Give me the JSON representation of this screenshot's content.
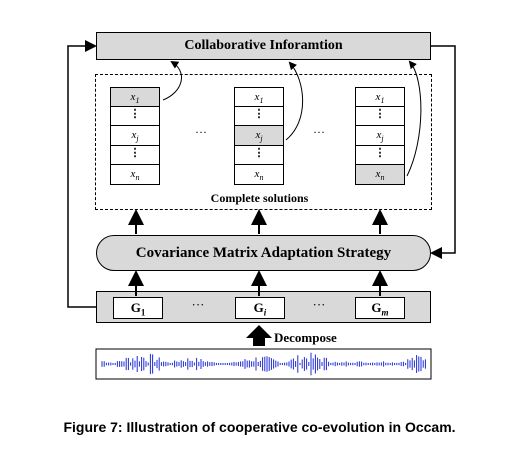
{
  "collaborative": {
    "label": "Collaborative Inforamtion"
  },
  "solutions": {
    "frame_label": "Complete solutions",
    "columns": [
      {
        "cells": [
          "x1",
          "⋮",
          "xj",
          "⋮",
          "xn"
        ],
        "highlight": 0
      },
      {
        "cells": [
          "x1",
          "⋮",
          "xj",
          "⋮",
          "xn"
        ],
        "highlight": 2
      },
      {
        "cells": [
          "x1",
          "⋮",
          "xj",
          "⋮",
          "xn"
        ],
        "highlight": 4
      }
    ],
    "ellipsis": "···"
  },
  "cmas": {
    "label": "Covariance Matrix Adaptation Strategy"
  },
  "groups": {
    "g1": "G1",
    "gi": "Gi",
    "gm": "Gm",
    "ellipsis": "···"
  },
  "decompose": {
    "label": "Decompose"
  },
  "caption": "Figure 7: Illustration of cooperative co-evolution in Occam.",
  "colors": {
    "fill_gray": "#d9d9d9",
    "waveform": "#1f2bd6",
    "stroke": "#000000"
  }
}
